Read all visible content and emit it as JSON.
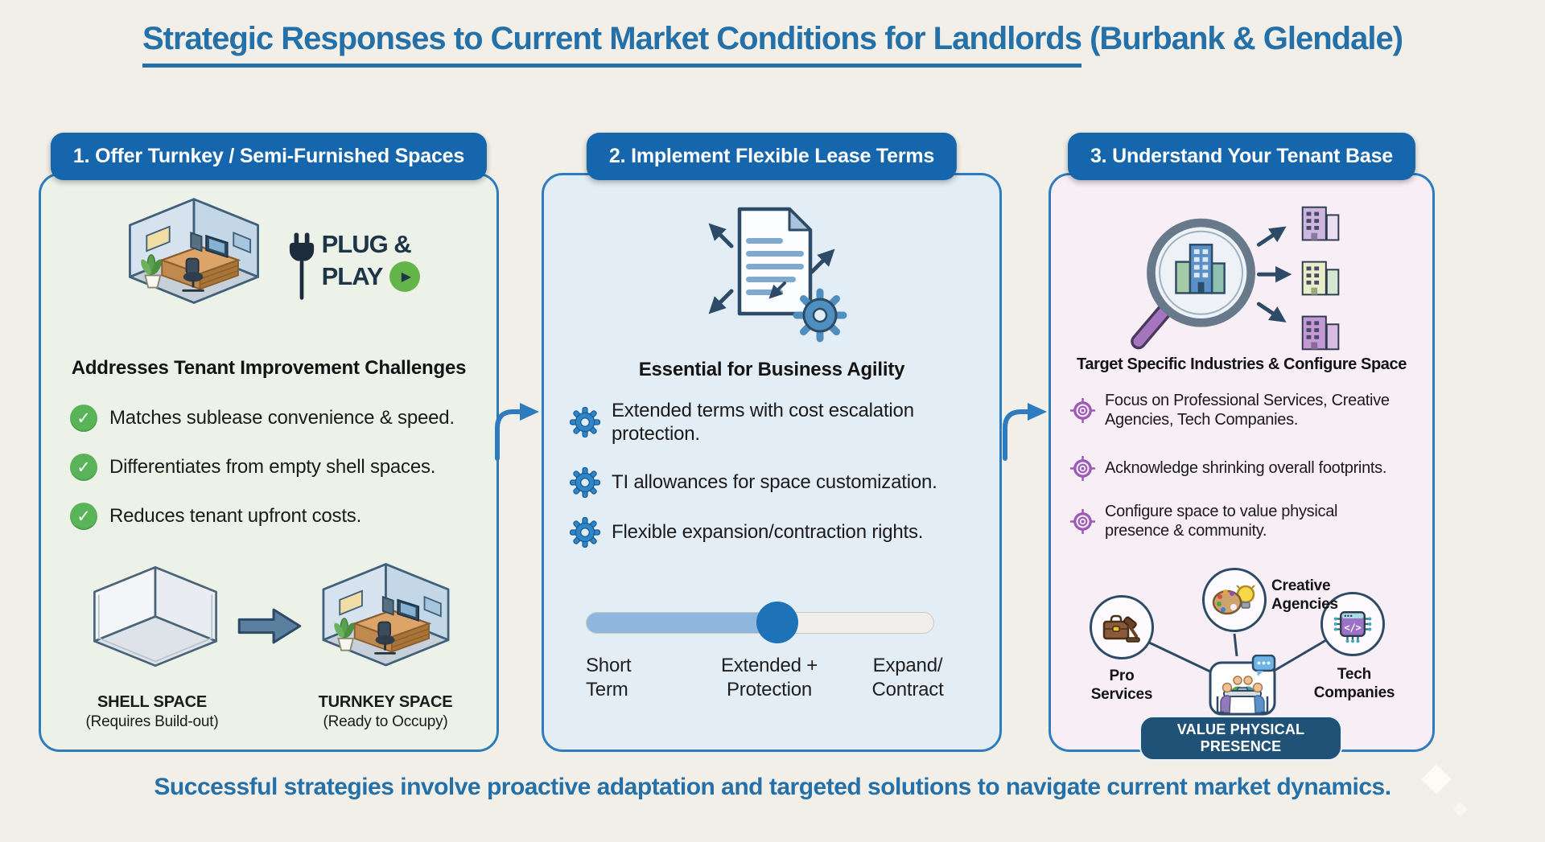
{
  "title": {
    "main": "Strategic Responses to Current Market Conditions for Landlords",
    "suffix": " (Burbank & Glendale)"
  },
  "footer": "Successful strategies involve proactive adaptation and targeted solutions to navigate current market dynamics.",
  "icons": {
    "check": "✓",
    "play": "▶",
    "chip_glyph": "</>"
  },
  "colors": {
    "pill_blue": "#1666ad",
    "panel_border": "#2e7cc0",
    "title_blue": "#2470a8",
    "check_green": "#58b359",
    "gear_blue": "#2e86c8",
    "target_purple": "#9c59b5",
    "badge_navy": "#1f5276",
    "slider_fill": "#8fb6dd",
    "slider_knob": "#1e72b8",
    "plug_navy": "#1d3548",
    "play_green": "#63b54a"
  },
  "panels": {
    "turnkey": {
      "header": "1. Offer Turnkey / Semi-Furnished Spaces",
      "plug_line1": "PLUG &",
      "plug_line2": "PLAY",
      "subtitle": "Addresses Tenant Improvement Challenges",
      "bullets": [
        "Matches sublease convenience & speed.",
        "Differentiates from empty shell spaces.",
        "Reduces tenant upfront costs."
      ],
      "shell_title": "SHELL SPACE",
      "shell_caption": "(Requires Build-out)",
      "turnkey_title": "TURNKEY SPACE",
      "turnkey_caption": "(Ready to Occupy)"
    },
    "lease": {
      "header": "2. Implement Flexible Lease Terms",
      "subtitle": "Essential for Business Agility",
      "bullets": [
        "Extended terms with cost escalation\nprotection.",
        "TI allowances for space customization.",
        "Flexible expansion/contraction rights."
      ],
      "slider_labels": [
        "Short\nTerm",
        "Extended +\nProtection",
        "Expand/\nContract"
      ],
      "slider_value_pct": 55
    },
    "tenant": {
      "header": "3. Understand Your Tenant Base",
      "subtitle": "Target Specific Industries & Configure Space",
      "bullets": [
        "Focus on Professional Services, Creative\nAgencies, Tech Companies.",
        "Acknowledge shrinking overall footprints.",
        "Configure space to value physical\npresence & community."
      ],
      "industries": [
        "Pro\nServices",
        "Creative\nAgencies",
        "Tech\nCompanies"
      ],
      "badge": "VALUE PHYSICAL PRESENCE"
    }
  }
}
